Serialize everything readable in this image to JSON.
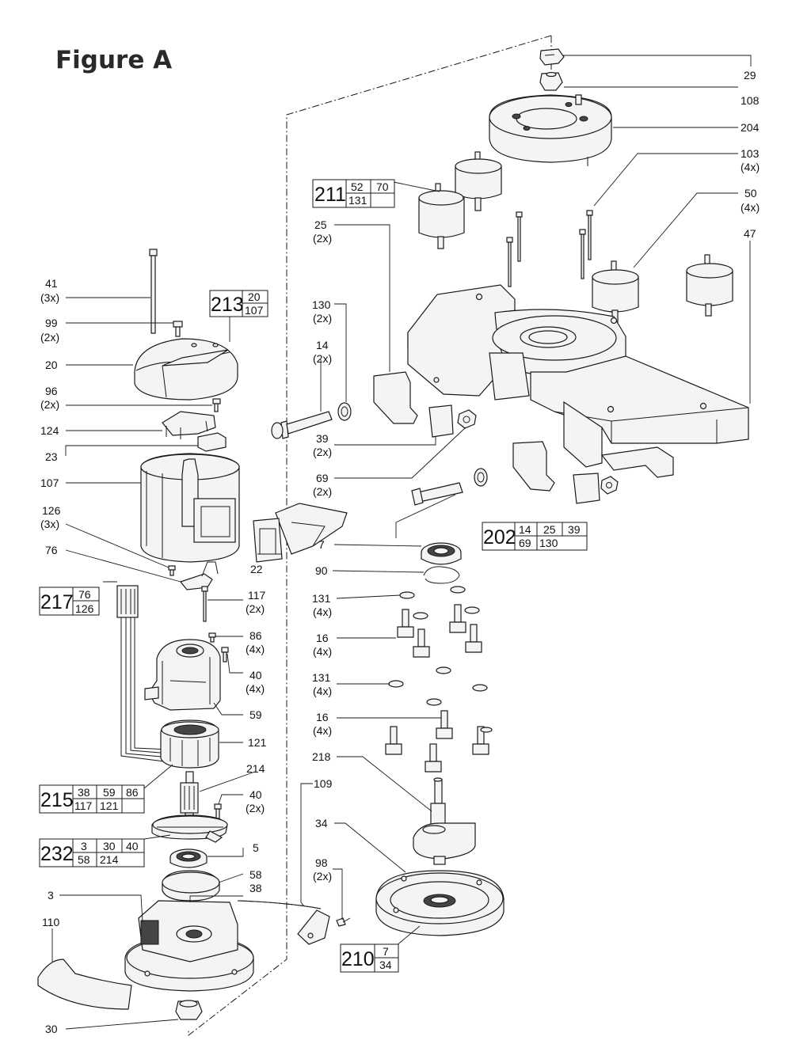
{
  "figure_title": "Figure A",
  "callouts": {
    "c29": "29",
    "c108": "108",
    "c204": "204",
    "c103": "103",
    "c103q": "(4x)",
    "c50": "50",
    "c50q": "(4x)",
    "c47": "47",
    "c25": "25",
    "c25q": "(2x)",
    "c130": "130",
    "c130q": "(2x)",
    "c14": "14",
    "c14q": "(2x)",
    "c39": "39",
    "c39q": "(2x)",
    "c69": "69",
    "c69q": "(2x)",
    "c7": "7",
    "c90": "90",
    "c131a": "131",
    "c131aq": "(4x)",
    "c16a": "16",
    "c16aq": "(4x)",
    "c131b": "131",
    "c131bq": "(4x)",
    "c16b": "16",
    "c16bq": "(4x)",
    "c218": "218",
    "c34": "34",
    "c109": "109",
    "c98": "98",
    "c98q": "(2x)",
    "c41": "41",
    "c41q": "(3x)",
    "c99": "99",
    "c99q": "(2x)",
    "c20": "20",
    "c96": "96",
    "c96q": "(2x)",
    "c124": "124",
    "c23": "23",
    "c107": "107",
    "c126": "126",
    "c126q": "(3x)",
    "c76": "76",
    "c22": "22",
    "c117": "117",
    "c117q": "(2x)",
    "c86": "86",
    "c86q": "(4x)",
    "c40a": "40",
    "c40aq": "(4x)",
    "c59": "59",
    "c121": "121",
    "c214": "214",
    "c40b": "40",
    "c40bq": "(2x)",
    "c5": "5",
    "c58": "58",
    "c38": "38",
    "c3": "3",
    "c110": "110",
    "c30": "30"
  },
  "kits": {
    "k211": {
      "id": "211",
      "a": "52",
      "b": "70",
      "c": "131"
    },
    "k213": {
      "id": "213",
      "a": "20",
      "c": "107"
    },
    "k202": {
      "id": "202",
      "a": "14",
      "b": "25",
      "d": "39",
      "c": "69",
      "e": "130"
    },
    "k217": {
      "id": "217",
      "a": "76",
      "c": "126"
    },
    "k215": {
      "id": "215",
      "a": "38",
      "b": "59",
      "d": "86",
      "c": "117",
      "e": "121"
    },
    "k232": {
      "id": "232",
      "a": "3",
      "b": "30",
      "d": "40",
      "c": "58",
      "e": "214"
    },
    "k210": {
      "id": "210",
      "a": "7",
      "c": "34"
    }
  }
}
